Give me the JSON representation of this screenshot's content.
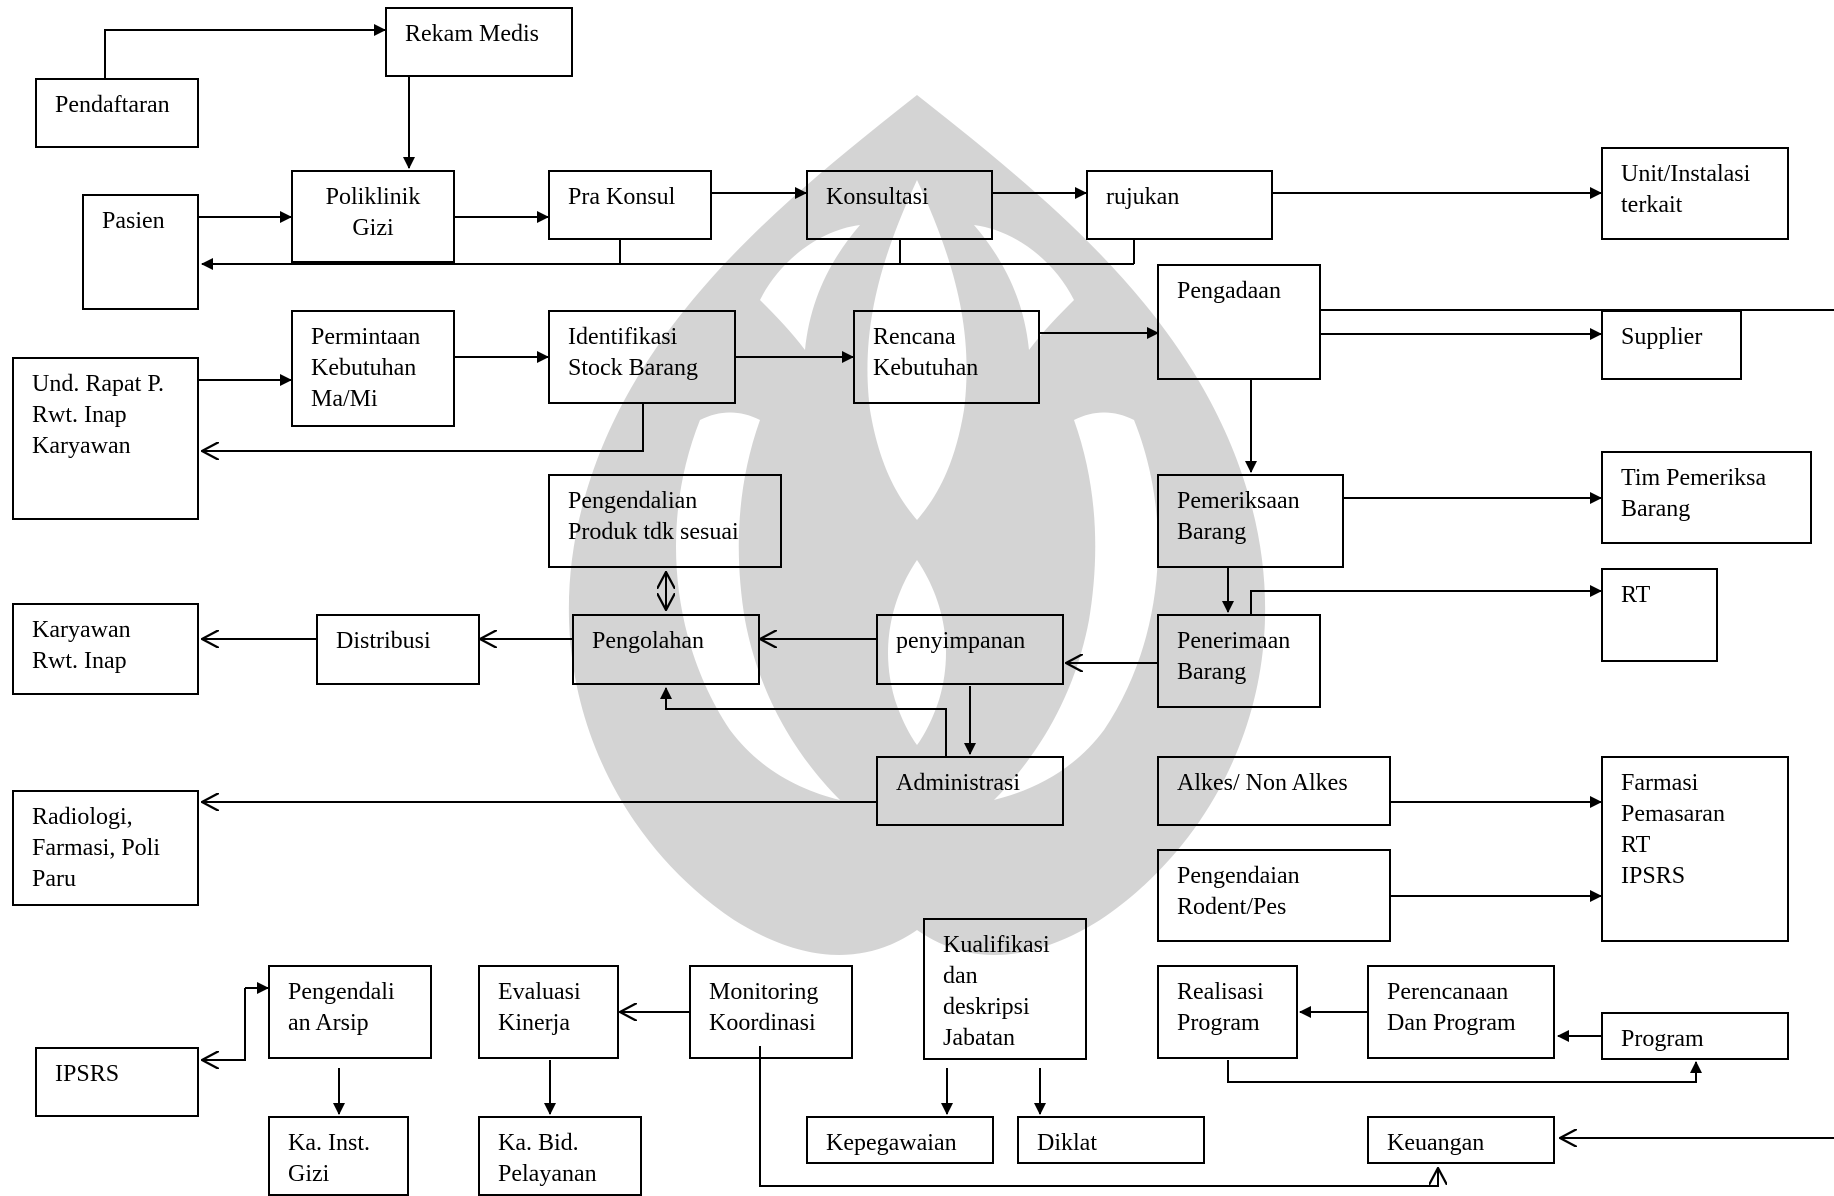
{
  "diagram": {
    "watermark": "university-seal-watermark",
    "nodes": {
      "pendaftaran": "Pendaftaran",
      "rekam_medis": "Rekam Medis",
      "pasien": "Pasien",
      "poliklinik_gizi": "Poliklinik\nGizi",
      "pra_konsul": "Pra Konsul",
      "konsultasi": "Konsultasi",
      "rujukan": "rujukan",
      "unit_instalasi": "Unit/Instalasi\nterkait",
      "und_rapat": "Und. Rapat P.\nRwt. Inap\nKaryawan",
      "permintaan": "Permintaan\nKebutuhan\nMa/Mi",
      "identifikasi": "Identifikasi\nStock Barang",
      "rencana": "Rencana\nKebutuhan",
      "pengadaan": "Pengadaan",
      "supplier": "Supplier",
      "pengendalian_produk": "Pengendalian\nProduk tdk sesuai",
      "pemeriksaan": "Pemeriksaan\nBarang",
      "tim_pemeriksa": "Tim Pemeriksa\nBarang",
      "rt_box": "RT",
      "karyawan": "Karyawan\nRwt. Inap",
      "distribusi": "Distribusi",
      "pengolahan": "Pengolahan",
      "penyimpanan": "penyimpanan",
      "penerimaan": "Penerimaan\nBarang",
      "administrasi": "Administrasi",
      "alkes": "Alkes/ Non Alkes",
      "farmasi_group": "Farmasi\nPemasaran\nRT\nIPSRS",
      "radiologi": "Radiologi,\nFarmasi, Poli\nParu",
      "pengendaian_rodent": "Pengendaian\nRodent/Pes",
      "kualifikasi": "Kualifikasi\ndan\ndeskripsi\nJabatan",
      "pengendali_arsip": "Pengendali\nan Arsip",
      "evaluasi": "Evaluasi\nKinerja",
      "monitoring": "Monitoring\nKoordinasi",
      "realisasi": "Realisasi\nProgram",
      "perencanaan": "Perencanaan\nDan Program",
      "program": "Program",
      "ipsrs": "IPSRS",
      "ka_inst": "Ka. Inst.\nGizi",
      "ka_bid": "Ka. Bid.\nPelayanan",
      "kepegawaian": "Kepegawaian",
      "diklat": "Diklat",
      "keuangan": "Keuangan"
    }
  }
}
